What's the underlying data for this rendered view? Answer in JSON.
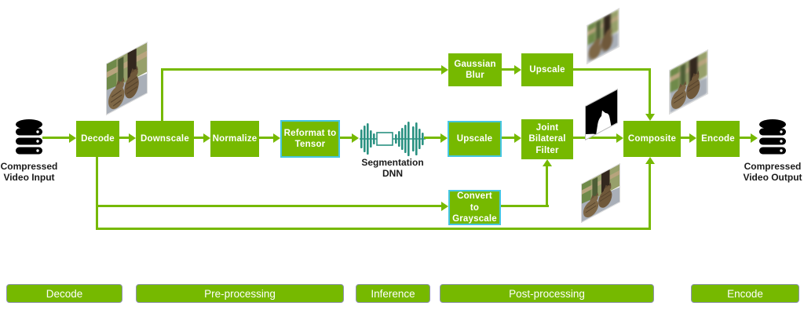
{
  "pipeline": {
    "input_label": "Compressed Video Input",
    "output_label": "Compressed Video Output",
    "nodes": {
      "decode": {
        "label": "Decode"
      },
      "downscale": {
        "label": "Downscale"
      },
      "normalize": {
        "label": "Normalize"
      },
      "reformat_to_tensor": {
        "label": "Reformat to Tensor",
        "highlighted": true
      },
      "segmentation_dnn": {
        "label": "Segmentation DNN"
      },
      "gaussian_blur": {
        "label": "Gaussian Blur"
      },
      "upscale_top": {
        "label": "Upscale"
      },
      "upscale_mid": {
        "label": "Upscale",
        "highlighted": true
      },
      "joint_bilateral_filter": {
        "label": "Joint Bilateral Filter"
      },
      "convert_to_grayscale": {
        "label": "Convert to Grayscale",
        "highlighted": true
      },
      "composite": {
        "label": "Composite"
      },
      "encode": {
        "label": "Encode"
      }
    },
    "icons": {
      "input": "database-icon",
      "output": "database-icon",
      "dnn": "autoencoder-network-icon"
    },
    "thumbnails": [
      "decoded-frame-thumbnail",
      "blurred-background-thumbnail",
      "segmentation-mask-thumbnail",
      "original-frame-thumbnail",
      "composited-frame-thumbnail"
    ]
  },
  "stages": {
    "items": [
      {
        "label": "Decode"
      },
      {
        "label": "Pre-processing"
      },
      {
        "label": "Inference"
      },
      {
        "label": "Post-processing"
      },
      {
        "label": "Encode"
      }
    ]
  },
  "colors": {
    "nvidia_green": "#76b900",
    "highlight_cyan": "#45c6e2",
    "dnn_teal": "#2a9181",
    "label_black": "#1b1b1b"
  }
}
